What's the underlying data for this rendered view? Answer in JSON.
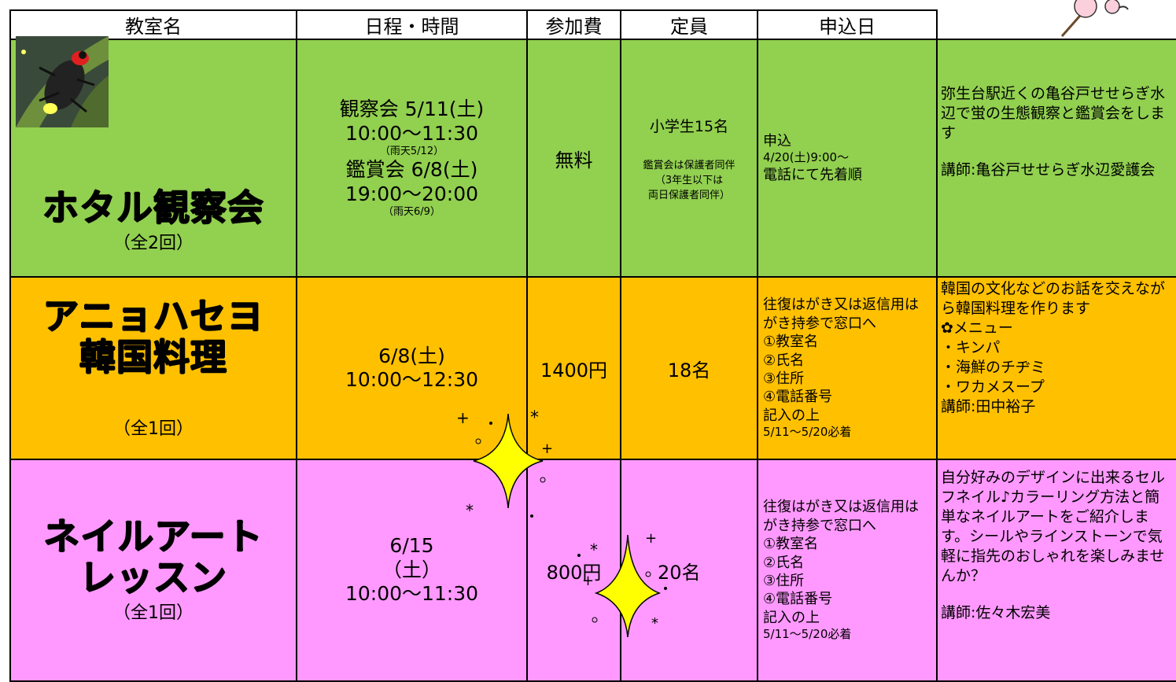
{
  "headers": [
    "教室名",
    "日程・時間",
    "参加費",
    "定員",
    "申込日"
  ],
  "rows": [
    {
      "name_lines": [
        "ホタル観察会"
      ],
      "name_sub": "（全2回）",
      "schedule": [
        {
          "text": "観察会 5/11(土)",
          "small": false
        },
        {
          "text": "10:00～11:30",
          "small": false
        },
        {
          "text": "（雨天5/12）",
          "small": true
        },
        {
          "text": "鑑賞会 6/8(土)",
          "small": false
        },
        {
          "text": "19:00～20:00",
          "small": false
        },
        {
          "text": "（雨天6/9）",
          "small": true
        }
      ],
      "fee": "無料",
      "capacity": {
        "main": "小学生15名",
        "notes": [
          "鑑賞会は保護者同伴",
          "（3年生以下は",
          "両日保護者同伴）"
        ]
      },
      "apply": [
        "申込",
        "4/20(土)9:00～",
        "電話にて先着順"
      ],
      "desc": [
        "弥生台駅近くの亀谷戸せせらぎ水辺で蛍の生態観察と鑑賞会をします",
        "",
        "講師:亀谷戸せせらぎ水辺愛護会"
      ]
    },
    {
      "name_lines": [
        "アニョハセヨ",
        "韓国料理"
      ],
      "name_sub": "（全1回）",
      "schedule": [
        {
          "text": "6/8(土)",
          "small": false
        },
        {
          "text": "10:00～12:30",
          "small": false
        }
      ],
      "fee": "1400円",
      "capacity": {
        "main": "18名",
        "notes": []
      },
      "apply": [
        "往復はがき又は返信用はがき持参で窓口へ",
        "①教室名",
        "②氏名",
        "③住所",
        "④電話番号",
        "記入の上",
        "5/11～5/20必着"
      ],
      "desc": [
        "韓国の文化などのお話を交えながら韓国料理を作ります",
        "✿メニュー",
        "・キンパ",
        "・海鮮のチヂミ",
        "・ワカメスープ",
        "講師:田中裕子"
      ]
    },
    {
      "name_lines": [
        "ネイルアート",
        "レッスン"
      ],
      "name_sub": "（全1回）",
      "schedule": [
        {
          "text": "6/15",
          "small": false
        },
        {
          "text": "（土）",
          "small": false
        },
        {
          "text": "10:00～11:30",
          "small": false
        }
      ],
      "fee": "800円",
      "capacity": {
        "main": "20名",
        "notes": []
      },
      "apply": [
        "往復はがき又は返信用はがき持参で窓口へ",
        "①教室名",
        "②氏名",
        "③住所",
        "④電話番号",
        "記入の上",
        "5/11～5/20必着"
      ],
      "desc": [
        "自分好みのデザインに出来るセルフネイル♪カラーリング方法と簡単なネイルアートをご紹介します。シールやラインストーンで気軽に指先のおしゃれを楽しみませんか？",
        "",
        "講師:佐々木宏美"
      ]
    }
  ],
  "colors": {
    "row1": "#92d050",
    "row2": "#ffc000",
    "row3": "#ff99ff",
    "sparkle": "#ffff00"
  }
}
